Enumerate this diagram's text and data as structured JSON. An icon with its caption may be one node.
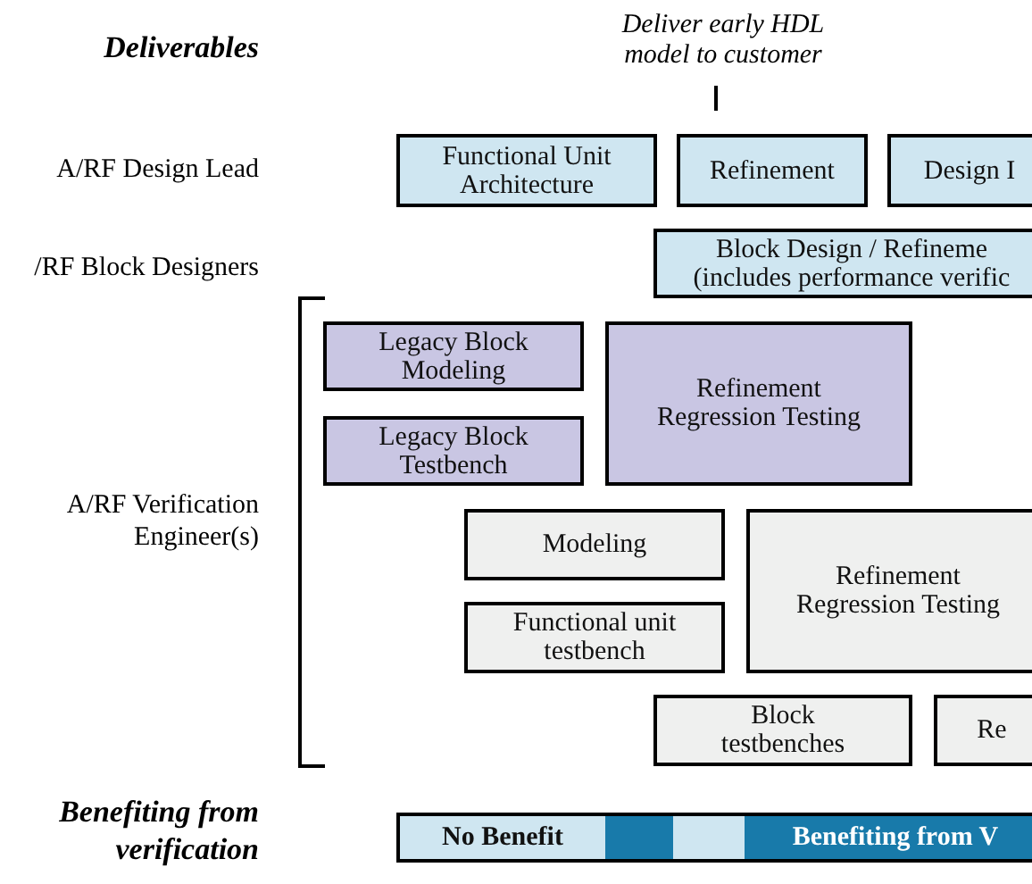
{
  "diagram": {
    "nodes": [
      {
        "text": [
          "Functional Unit Architecture"
        ]
      },
      {
        "text": [
          "Refinement"
        ]
      },
      {
        "text": [
          "Design I"
        ]
      },
      {
        "text": [
          "Block Design / Refineme (includes performance verific"
        ]
      },
      {
        "text": [
          "Legacy Block Modeling"
        ]
      },
      {
        "text": [
          "Legacy Block Testbench"
        ]
      },
      {
        "text": [
          "Refinement Regression Testing"
        ]
      },
      {
        "text": [
          "Modeling"
        ]
      },
      {
        "text": [
          "Refinement Regression Testing"
        ]
      },
      {
        "text": [
          "Functional unit testbench"
        ]
      },
      {
        "text": [
          "Block testbenches"
        ]
      },
      {
        "text": [
          "Re"
        ]
      },
      {
        "text": [
          "No Benefit"
        ]
      },
      {
        "text": [],
        "shape": "bar"
      },
      {
        "text": [],
        "shape": "bar"
      },
      {
        "text": [
          "Benefiting from V"
        ]
      }
    ],
    "labels": [
      "Deliverables",
      "Deliver early HDL model to customer",
      "A/RF Design Lead",
      "/RF Block Designers",
      "A/RF Verification Engineer(s)",
      "Benefiting from verification"
    ]
  }
}
